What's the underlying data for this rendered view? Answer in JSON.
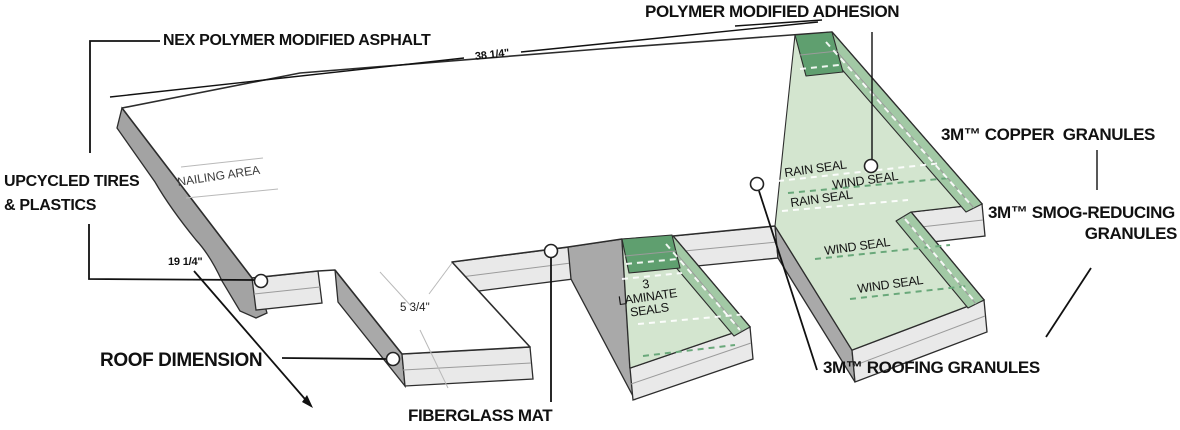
{
  "colors": {
    "light_green": "#d3e5cf",
    "band_green": "#a2c9a5",
    "cap_green": "#5f9f6f",
    "dash_green": "#69a87a"
  },
  "callouts": {
    "nex_polymer_modified_asphalt": "NEX POLYMER MODIFIED ASPHALT",
    "polymer_modified_adhesion": "POLYMER MODIFIED ADHESION",
    "upcycled_tires_line1": "UPCYCLED TIRES",
    "upcycled_tires_line2": "& PLASTICS",
    "roof_dimension": "ROOF DIMENSION",
    "fiberglass_mat": "FIBERGLASS MAT",
    "copper_granules": "3M™ COPPER  GRANULES",
    "smog_reducing_line1": "3M™ SMOG-REDUCING",
    "smog_reducing_line2": "GRANULES",
    "roofing_granules": "3M™ ROOFING GRANULES"
  },
  "surface_labels": {
    "nailing_area": "NAILING AREA",
    "laminate_line1": "3",
    "laminate_line2": "LAMINATE",
    "laminate_line3": "SEALS",
    "rain_seal_1": "RAIN SEAL",
    "wind_seal_1": "WIND SEAL",
    "rain_seal_2": "RAIN SEAL",
    "wind_seal_2": "WIND SEAL",
    "wind_seal_3": "WIND SEAL"
  },
  "dimensions": {
    "length": "38 1/4\"",
    "height": "19 1/4\"",
    "tab_width": "5 3/4\""
  }
}
